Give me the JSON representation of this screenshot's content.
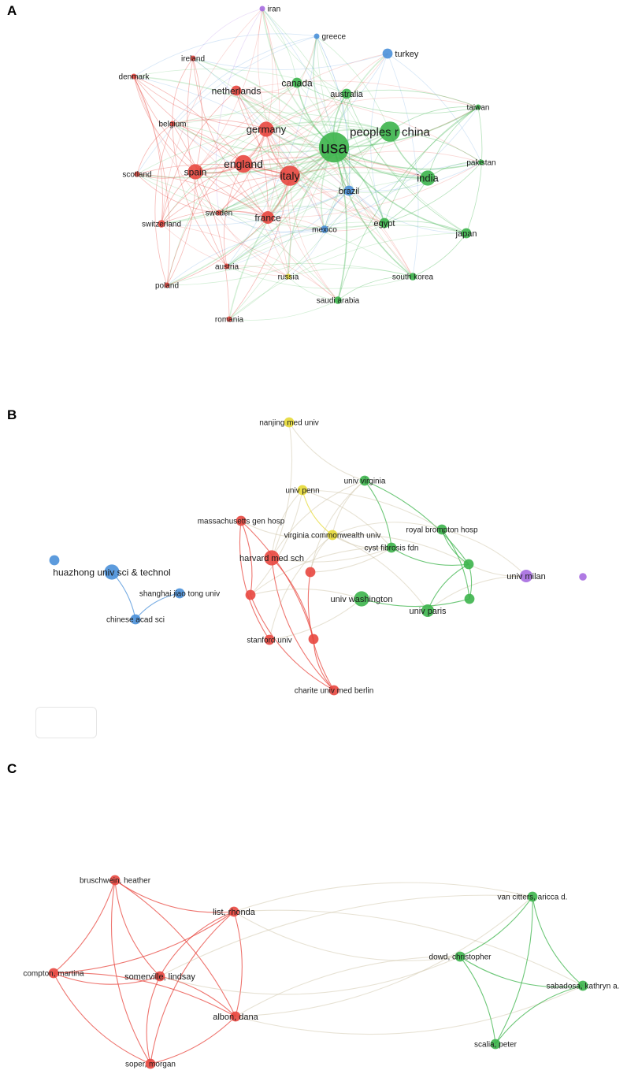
{
  "panels": [
    {
      "letter": "A"
    },
    {
      "letter": "B"
    },
    {
      "letter": "C"
    }
  ],
  "colors": {
    "red": "#e8473f",
    "green": "#3cb44b",
    "blue": "#4a90d9",
    "yellow": "#e6d936",
    "purple": "#a66be0"
  },
  "networks": [
    {
      "id": "A",
      "nodes": [
        {
          "id": "iran",
          "label": "iran",
          "cluster": "purple",
          "size": 1
        },
        {
          "id": "greece",
          "label": "greece",
          "cluster": "blue",
          "size": 1
        },
        {
          "id": "turkey",
          "label": "turkey",
          "cluster": "blue",
          "size": 2
        },
        {
          "id": "ireland",
          "label": "ireland",
          "cluster": "red",
          "size": 1
        },
        {
          "id": "denmark",
          "label": "denmark",
          "cluster": "red",
          "size": 1
        },
        {
          "id": "netherlands",
          "label": "netherlands",
          "cluster": "red",
          "size": 2
        },
        {
          "id": "canada",
          "label": "canada",
          "cluster": "green",
          "size": 2
        },
        {
          "id": "australia",
          "label": "australia",
          "cluster": "green",
          "size": 2
        },
        {
          "id": "taiwan",
          "label": "taiwan",
          "cluster": "green",
          "size": 1
        },
        {
          "id": "belgium",
          "label": "belgium",
          "cluster": "red",
          "size": 1
        },
        {
          "id": "germany",
          "label": "germany",
          "cluster": "red",
          "size": 3
        },
        {
          "id": "usa",
          "label": "usa",
          "cluster": "green",
          "size": 6
        },
        {
          "id": "peoples r china",
          "label": "peoples r china",
          "cluster": "green",
          "size": 4
        },
        {
          "id": "pakistan",
          "label": "pakistan",
          "cluster": "green",
          "size": 1
        },
        {
          "id": "scotland",
          "label": "scotland",
          "cluster": "red",
          "size": 1
        },
        {
          "id": "spain",
          "label": "spain",
          "cluster": "red",
          "size": 3
        },
        {
          "id": "england",
          "label": "england",
          "cluster": "red",
          "size": 3.5
        },
        {
          "id": "italy",
          "label": "italy",
          "cluster": "red",
          "size": 4
        },
        {
          "id": "brazil",
          "label": "brazil",
          "cluster": "blue",
          "size": 2
        },
        {
          "id": "india",
          "label": "india",
          "cluster": "green",
          "size": 3
        },
        {
          "id": "sweden",
          "label": "sweden",
          "cluster": "red",
          "size": 1
        },
        {
          "id": "france",
          "label": "france",
          "cluster": "red",
          "size": 2.5
        },
        {
          "id": "switzerland",
          "label": "switzerland",
          "cluster": "red",
          "size": 1.5
        },
        {
          "id": "mexico",
          "label": "mexico",
          "cluster": "blue",
          "size": 1.5
        },
        {
          "id": "egypt",
          "label": "egypt",
          "cluster": "green",
          "size": 2
        },
        {
          "id": "japan",
          "label": "japan",
          "cluster": "green",
          "size": 2
        },
        {
          "id": "austria",
          "label": "austria",
          "cluster": "red",
          "size": 1
        },
        {
          "id": "russia",
          "label": "russia",
          "cluster": "yellow",
          "size": 1
        },
        {
          "id": "poland",
          "label": "poland",
          "cluster": "red",
          "size": 1
        },
        {
          "id": "south korea",
          "label": "south korea",
          "cluster": "green",
          "size": 1.5
        },
        {
          "id": "saudi arabia",
          "label": "saudi arabia",
          "cluster": "green",
          "size": 1.5
        },
        {
          "id": "romania",
          "label": "romania",
          "cluster": "red",
          "size": 1
        }
      ]
    },
    {
      "id": "B",
      "nodes": [
        {
          "id": "nanjing med univ",
          "label": "nanjing med univ",
          "cluster": "yellow",
          "size": 2
        },
        {
          "id": "univ virginia",
          "label": "univ virginia",
          "cluster": "green",
          "size": 2
        },
        {
          "id": "univ penn",
          "label": "univ penn",
          "cluster": "yellow",
          "size": 2
        },
        {
          "id": "massachusetts gen hosp",
          "label": "massachusetts gen hosp",
          "cluster": "red",
          "size": 2
        },
        {
          "id": "royal brompton hosp",
          "label": "royal brompton hosp",
          "cluster": "green",
          "size": 2
        },
        {
          "id": "virginia commonwealth univ",
          "label": "virginia commonwealth univ",
          "cluster": "yellow",
          "size": 2
        },
        {
          "id": "cyst fibrosis fdn",
          "label": "cyst fibrosis fdn",
          "cluster": "green",
          "size": 2
        },
        {
          "id": "harvard med sch",
          "label": "harvard med sch",
          "cluster": "red",
          "size": 3
        },
        {
          "id": "b-blue-1",
          "label": "",
          "cluster": "blue",
          "size": 2
        },
        {
          "id": "huazhong univ sci & technol",
          "label": "huazhong univ sci & technol",
          "cluster": "blue",
          "size": 3
        },
        {
          "id": "shanghai jiao tong univ",
          "label": "shanghai jiao tong univ",
          "cluster": "blue",
          "size": 2
        },
        {
          "id": "univ milan",
          "label": "univ milan",
          "cluster": "purple",
          "size": 2.5
        },
        {
          "id": "b-purple-1",
          "label": "",
          "cluster": "purple",
          "size": 1.5
        },
        {
          "id": "b-green-1",
          "label": "",
          "cluster": "green",
          "size": 2
        },
        {
          "id": "b-green-2",
          "label": "",
          "cluster": "green",
          "size": 2
        },
        {
          "id": "b-red-1",
          "label": "",
          "cluster": "red",
          "size": 2
        },
        {
          "id": "b-red-2",
          "label": "",
          "cluster": "red",
          "size": 2
        },
        {
          "id": "univ washington",
          "label": "univ washington",
          "cluster": "green",
          "size": 3
        },
        {
          "id": "univ paris",
          "label": "univ paris",
          "cluster": "green",
          "size": 2.5
        },
        {
          "id": "chinese acad sci",
          "label": "chinese acad sci",
          "cluster": "blue",
          "size": 2
        },
        {
          "id": "stanford univ",
          "label": "stanford univ",
          "cluster": "red",
          "size": 2
        },
        {
          "id": "b-red-3",
          "label": "",
          "cluster": "red",
          "size": 2
        },
        {
          "id": "charite univ med berlin",
          "label": "charite univ med berlin",
          "cluster": "red",
          "size": 2
        }
      ]
    },
    {
      "id": "C",
      "nodes": [
        {
          "id": "bruschwein, heather",
          "label": "bruschwein, heather",
          "cluster": "red",
          "size": 2
        },
        {
          "id": "list, rhonda",
          "label": "list, rhonda",
          "cluster": "red",
          "size": 2
        },
        {
          "id": "van citters, aricca d.",
          "label": "van citters, aricca d.",
          "cluster": "green",
          "size": 2
        },
        {
          "id": "compton, martina",
          "label": "compton, martina",
          "cluster": "red",
          "size": 2
        },
        {
          "id": "somerville, lindsay",
          "label": "somerville, lindsay",
          "cluster": "red",
          "size": 2
        },
        {
          "id": "dowd, christopher",
          "label": "dowd, christopher",
          "cluster": "green",
          "size": 2
        },
        {
          "id": "sabadosa, kathryn a.",
          "label": "sabadosa, kathryn a.",
          "cluster": "green",
          "size": 2
        },
        {
          "id": "albon, dana",
          "label": "albon, dana",
          "cluster": "red",
          "size": 2
        },
        {
          "id": "scalia, peter",
          "label": "scalia, peter",
          "cluster": "green",
          "size": 2
        },
        {
          "id": "soper, morgan",
          "label": "soper, morgan",
          "cluster": "red",
          "size": 2
        }
      ],
      "edges": [
        [
          "bruschwein, heather",
          "list, rhonda"
        ],
        [
          "bruschwein, heather",
          "compton, martina"
        ],
        [
          "bruschwein, heather",
          "somerville, lindsay"
        ],
        [
          "bruschwein, heather",
          "albon, dana"
        ],
        [
          "bruschwein, heather",
          "soper, morgan"
        ],
        [
          "list, rhonda",
          "compton, martina"
        ],
        [
          "list, rhonda",
          "somerville, lindsay"
        ],
        [
          "list, rhonda",
          "albon, dana"
        ],
        [
          "list, rhonda",
          "soper, morgan"
        ],
        [
          "list, rhonda",
          "van citters, aricca d."
        ],
        [
          "list, rhonda",
          "dowd, christopher"
        ],
        [
          "list, rhonda",
          "sabadosa, kathryn a."
        ],
        [
          "compton, martina",
          "somerville, lindsay"
        ],
        [
          "compton, martina",
          "albon, dana"
        ],
        [
          "compton, martina",
          "soper, morgan"
        ],
        [
          "somerville, lindsay",
          "albon, dana"
        ],
        [
          "somerville, lindsay",
          "soper, morgan"
        ],
        [
          "somerville, lindsay",
          "van citters, aricca d."
        ],
        [
          "somerville, lindsay",
          "dowd, christopher"
        ],
        [
          "albon, dana",
          "soper, morgan"
        ],
        [
          "albon, dana",
          "van citters, aricca d."
        ],
        [
          "albon, dana",
          "dowd, christopher"
        ],
        [
          "albon, dana",
          "sabadosa, kathryn a."
        ],
        [
          "van citters, aricca d.",
          "dowd, christopher"
        ],
        [
          "van citters, aricca d.",
          "sabadosa, kathryn a."
        ],
        [
          "van citters, aricca d.",
          "scalia, peter"
        ],
        [
          "dowd, christopher",
          "sabadosa, kathryn a."
        ],
        [
          "dowd, christopher",
          "scalia, peter"
        ],
        [
          "sabadosa, kathryn a.",
          "scalia, peter"
        ]
      ]
    }
  ]
}
